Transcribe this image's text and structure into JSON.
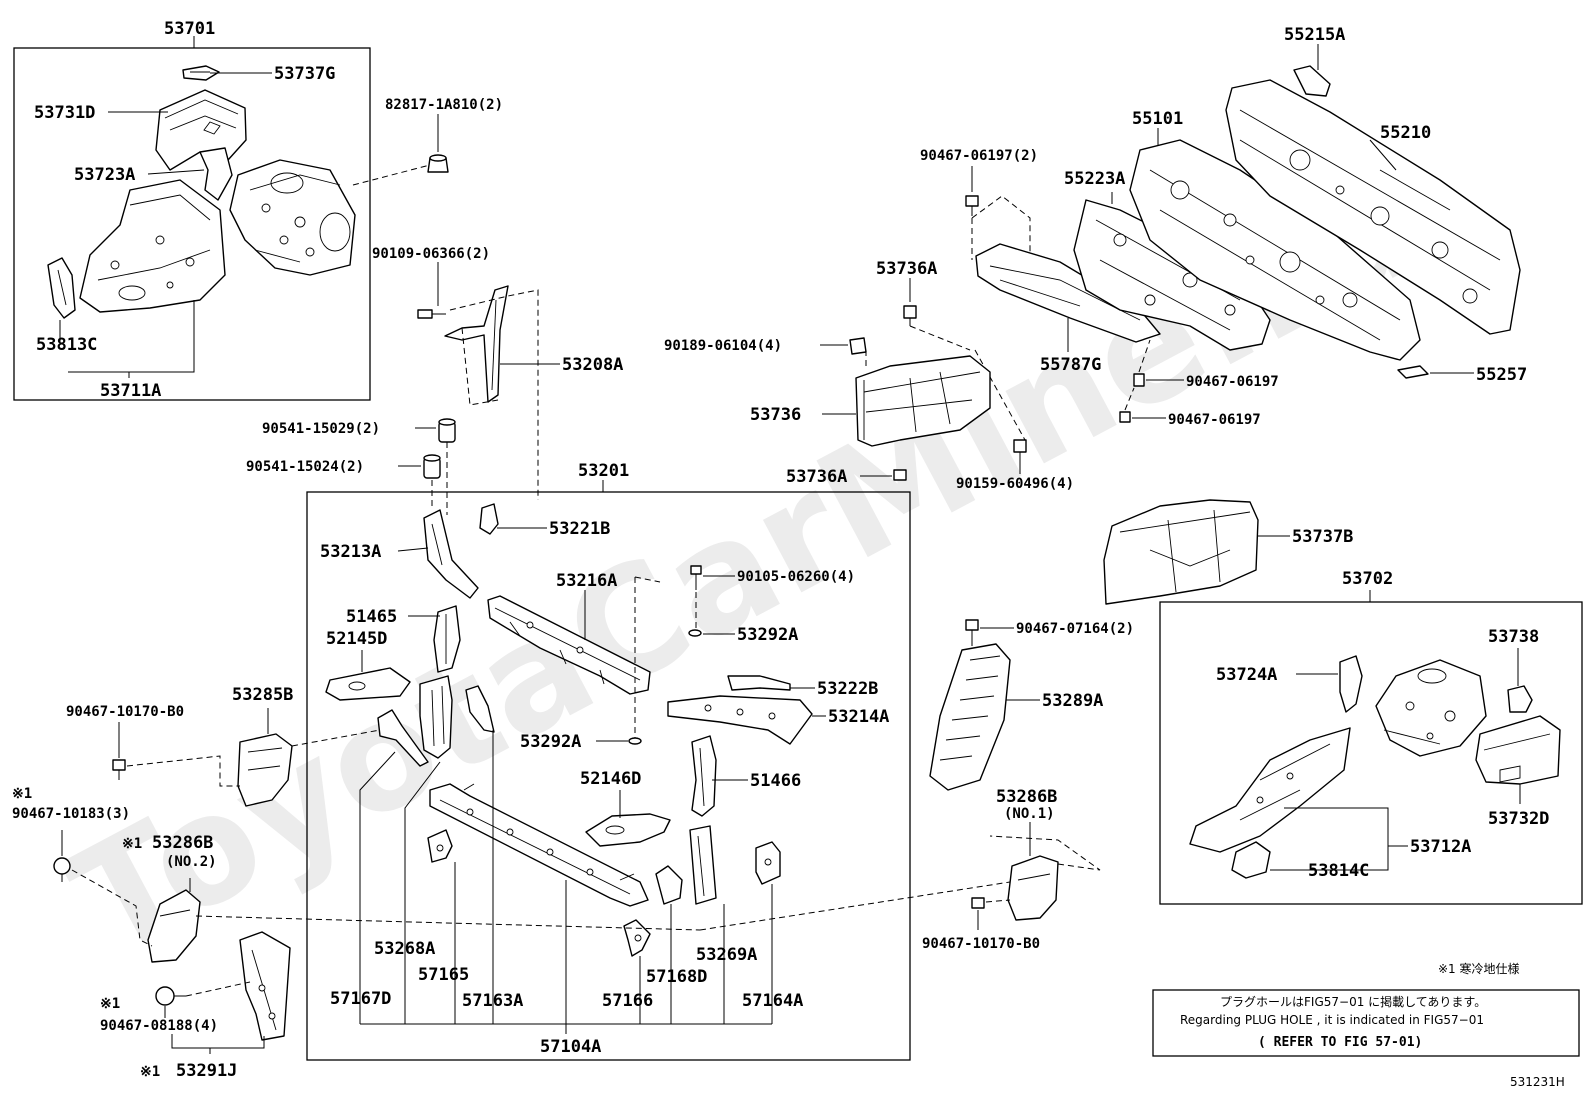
{
  "watermark": "ToyotaCarMine.ru",
  "diagram_id": "531231H",
  "cold_spec_note": "※1 寒冷地仕様",
  "plug_note": {
    "line1": "プラグホールはFIG57−01 に掲載してあります。",
    "line2": "Regarding PLUG HOLE , it is indicated in FIG57−01",
    "line3": "( REFER TO FIG 57-01)"
  },
  "labels": {
    "p53701": "53701",
    "p53737G": "53737G",
    "p53731D": "53731D",
    "p53723A": "53723A",
    "p53813C": "53813C",
    "p53711A": "53711A",
    "p82817": "82817-1A810(2)",
    "p90109": "90109-06366(2)",
    "p53208A": "53208A",
    "p90541_15029": "90541-15029(2)",
    "p90541_15024": "90541-15024(2)",
    "p53201": "53201",
    "p53221B": "53221B",
    "p53213A": "53213A",
    "p53216A": "53216A",
    "p90105": "90105-06260(4)",
    "p51465": "51465",
    "p52145D": "52145D",
    "p53292A_top": "53292A",
    "p53222B": "53222B",
    "p53214A": "53214A",
    "p53292A_mid": "53292A",
    "p52146D": "52146D",
    "p51466": "51466",
    "p53268A": "53268A",
    "p57165": "57165",
    "p57167D": "57167D",
    "p57163A": "57163A",
    "p57166": "57166",
    "p57168D": "57168D",
    "p53269A": "53269A",
    "p57164A": "57164A",
    "p57104A": "57104A",
    "p53285B": "53285B",
    "p90467_10170_l": "90467-10170-B0",
    "p90467_10183": "90467-10183(3)",
    "p53286B_l": "53286B",
    "p53286B_l_sub": "(NO.2)",
    "p90467_08188": "90467-08188(4)",
    "p53291J": "53291J",
    "cold_mark_1": "※1",
    "cold_mark_2": "※1",
    "cold_mark_3": "※1",
    "cold_mark_4": "※1",
    "p55215A": "55215A",
    "p55101": "55101",
    "p55210": "55210",
    "p90467_06197_2": "90467-06197(2)",
    "p55223A": "55223A",
    "p53736A_top": "53736A",
    "p90189": "90189-06104(4)",
    "p55787G": "55787G",
    "p90467_06197_a": "90467-06197",
    "p55257": "55257",
    "p53736": "53736",
    "p90467_06197_b": "90467-06197",
    "p53736A_bot": "53736A",
    "p90159": "90159-60496(4)",
    "p53737B": "53737B",
    "p53702": "53702",
    "p90467_07164": "90467-07164(2)",
    "p53289A": "53289A",
    "p53724A": "53724A",
    "p53738": "53738",
    "p53286B_r": "53286B",
    "p53286B_r_sub": "(NO.1)",
    "p53732D": "53732D",
    "p53712A": "53712A",
    "p53814C": "53814C",
    "p90467_10170_r": "90467-10170-B0"
  }
}
